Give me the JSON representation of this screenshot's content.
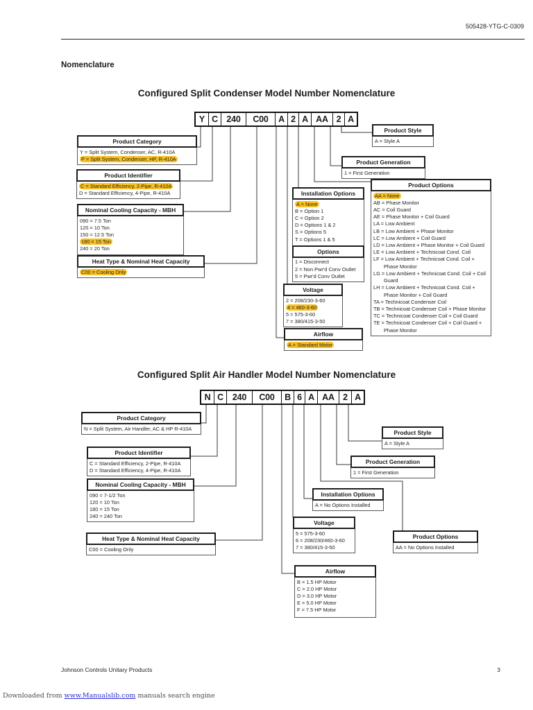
{
  "page": {
    "doc_number": "505428-YTG-C-0309",
    "section_heading": "Nomenclature",
    "footer": {
      "brand": "Johnson Controls Unitary Products",
      "page_number": "3"
    },
    "watermark": {
      "prefix": "Downloaded from ",
      "link": "www.Manualslib.com",
      "suffix": " manuals search engine"
    },
    "highlight_color": "#f8c022"
  },
  "diagrams": [
    {
      "id": "condenser",
      "title": "Configured Split Condenser Model Number Nomenclature",
      "model_cells": [
        "Y",
        "C",
        "240",
        "C00",
        "A",
        "2",
        "A",
        "AA",
        "2",
        "A"
      ],
      "boxes": [
        {
          "id": "product_category",
          "title": "Product Category",
          "items": [
            {
              "t": "Y = Split System, Condenser, AC, R-410A"
            },
            {
              "t": "P = Split System, Condenser, HP, R-410A",
              "hl": true
            }
          ]
        },
        {
          "id": "product_identifier",
          "title": "Product Identifier",
          "items": [
            {
              "t": "C = Standard Efficiency, 2-Pipe, R-410A",
              "hl": true
            },
            {
              "t": "D = Standard Efficiency, 4-Pipe, R-410A"
            }
          ]
        },
        {
          "id": "nominal_cooling",
          "title": "Nominal Cooling Capacity - MBH",
          "items": [
            {
              "t": "090 = 7.5 Ton"
            },
            {
              "t": "120 = 10 Ton"
            },
            {
              "t": "150 = 12.5 Ton"
            },
            {
              "t": "180 = 15 Ton",
              "hl": true
            },
            {
              "t": "240 = 20 Ton"
            }
          ]
        },
        {
          "id": "heat_type",
          "title": "Heat Type & Nominal Heat Capacity",
          "items": [
            {
              "t": "C00 = Cooling Only",
              "hl": true
            }
          ]
        },
        {
          "id": "installation_options",
          "title": "Installation Options",
          "items": [
            {
              "t": "A = None",
              "hl": true
            },
            {
              "t": "B = Option 1"
            },
            {
              "t": "C = Option 2"
            },
            {
              "t": "D = Options 1 & 2"
            },
            {
              "t": "S = Options 5"
            },
            {
              "t": "T = Options 1 & 5"
            }
          ],
          "sub": {
            "title": "Options",
            "items": [
              {
                "t": "1 = Disconnect"
              },
              {
                "t": "2 = Non Pwr'd Conv Outlet"
              },
              {
                "t": "5 = Pwr'd Conv Outlet"
              }
            ]
          }
        },
        {
          "id": "voltage",
          "title": "Voltage",
          "items": [
            {
              "t": "2 = 208/230-3-60"
            },
            {
              "t": "4 = 460-3-60",
              "hl": true
            },
            {
              "t": "5 = 575-3-60"
            },
            {
              "t": "7 = 380/415-3-50"
            }
          ]
        },
        {
          "id": "airflow",
          "title": "Airflow",
          "items": [
            {
              "t": "A = Standard Motor",
              "hl": true
            }
          ]
        },
        {
          "id": "product_style",
          "title": "Product Style",
          "items": [
            {
              "t": "A = Style A"
            }
          ]
        },
        {
          "id": "product_generation",
          "title": "Product Generation",
          "items": [
            {
              "t": "1 = First Generation"
            }
          ]
        },
        {
          "id": "product_options",
          "title": "Product Options",
          "items": [
            {
              "t": "AA = None",
              "hl": true
            },
            {
              "t": "AB = Phase Monitor"
            },
            {
              "t": "AC = Coil Guard"
            },
            {
              "t": "AE = Phase Monitor + Coil Guard"
            },
            {
              "t": "LA = Low Ambient"
            },
            {
              "t": "LB = Low Ambient + Phase Monitor"
            },
            {
              "t": "LC = Low Ambient + Coil Guard"
            },
            {
              "t": "LD = Low Ambient + Phase Monitor + Coil Guard"
            },
            {
              "t": "LE = Low Ambient + Technicoat Cond. Coil"
            },
            {
              "t": "LF = Low Ambient + Technicoat Cond. Coil + Phase Monitor"
            },
            {
              "t": "LG = Low Ambient + Technicoat Cond. Coil + Coil Guard"
            },
            {
              "t": "LH = Low Ambient + Technicoat Cond. Coil + Phase Monitor + Coil Guard"
            },
            {
              "t": "TA = Technicoat Condenser Coil"
            },
            {
              "t": "TB = Technicoat Condenser Coil + Phase Monitor"
            },
            {
              "t": "TC = Technicoat Condenser Coil + Coil Guard"
            },
            {
              "t": "TE = Technicoat Condenser Coil + Coil Guard + Phase Monitor"
            }
          ]
        }
      ]
    },
    {
      "id": "air_handler",
      "title": "Configured Split Air Handler Model Number Nomenclature",
      "model_cells": [
        "N",
        "C",
        "240",
        "C00",
        "B",
        "6",
        "A",
        "AA",
        "2",
        "A"
      ],
      "boxes": [
        {
          "id": "product_category",
          "title": "Product Category",
          "items": [
            {
              "t": "N = Split System, Air Handler, AC & HP R-410A"
            }
          ]
        },
        {
          "id": "product_identifier",
          "title": "Product Identifier",
          "items": [
            {
              "t": "C = Standard Efficiency, 2-Pipe, R-410A"
            },
            {
              "t": "D = Standard Efficiency, 4-Pipe, R-410A"
            }
          ]
        },
        {
          "id": "nominal_cooling",
          "title": "Nominal Cooling Capacity - MBH",
          "items": [
            {
              "t": "090 = 7-1/2 Ton"
            },
            {
              "t": "120 = 10 Ton"
            },
            {
              "t": "180 = 15 Ton"
            },
            {
              "t": "240 = 240 Ton"
            }
          ]
        },
        {
          "id": "heat_type",
          "title": "Heat Type & Nominal Heat Capacity",
          "items": [
            {
              "t": "C00 = Cooling Only"
            }
          ]
        },
        {
          "id": "product_style",
          "title": "Product Style",
          "items": [
            {
              "t": "A = Style A"
            }
          ]
        },
        {
          "id": "product_generation",
          "title": "Product Generation",
          "items": [
            {
              "t": "1 = First Generation"
            }
          ]
        },
        {
          "id": "installation_options",
          "title": "Installation Options",
          "items": [
            {
              "t": "A = No Options Installed"
            }
          ]
        },
        {
          "id": "voltage",
          "title": "Voltage",
          "items": [
            {
              "t": "5 = 575-3-60"
            },
            {
              "t": "6 = 208/230/460-3-60"
            },
            {
              "t": "7 = 380/415-3-50"
            }
          ]
        },
        {
          "id": "product_options",
          "title": "Product Options",
          "items": [
            {
              "t": "AA = No Options Installed"
            }
          ]
        },
        {
          "id": "airflow",
          "title": "Airflow",
          "items": [
            {
              "t": "B = 1.5 HP Motor"
            },
            {
              "t": "C = 2.0 HP Motor"
            },
            {
              "t": "D = 3.0 HP Motor"
            },
            {
              "t": "E = 5.0 HP Motor"
            },
            {
              "t": "F = 7.5 HP Motor"
            }
          ]
        }
      ]
    }
  ]
}
